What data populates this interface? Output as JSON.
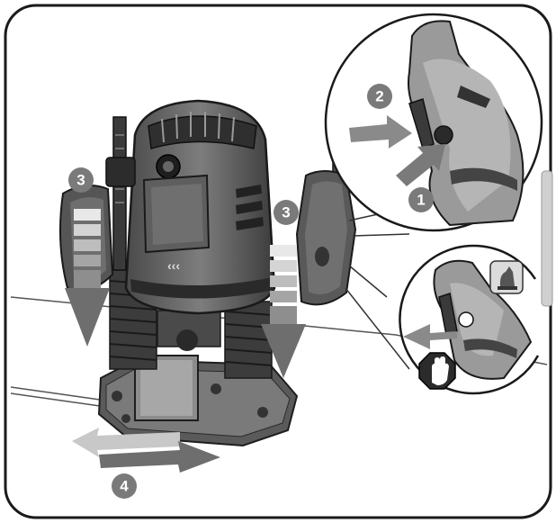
{
  "steps": [
    {
      "id": "step-1",
      "label": "1"
    },
    {
      "id": "step-2",
      "label": "2"
    },
    {
      "id": "step-3-left",
      "label": "3"
    },
    {
      "id": "step-3-right",
      "label": "3"
    },
    {
      "id": "step-4",
      "label": "4"
    }
  ],
  "colors": {
    "frame": "#1a1a1a",
    "badge": "#7a7a7a",
    "arrow_dark": "#6e6e6e",
    "arrow_light": "#bdbdbd",
    "tool_dark": "#3a3a3a",
    "tool_mid": "#777777",
    "stop_sign": "#2b2b2b"
  },
  "icons": [
    "stop-hand-icon",
    "thumb-press-icon"
  ]
}
